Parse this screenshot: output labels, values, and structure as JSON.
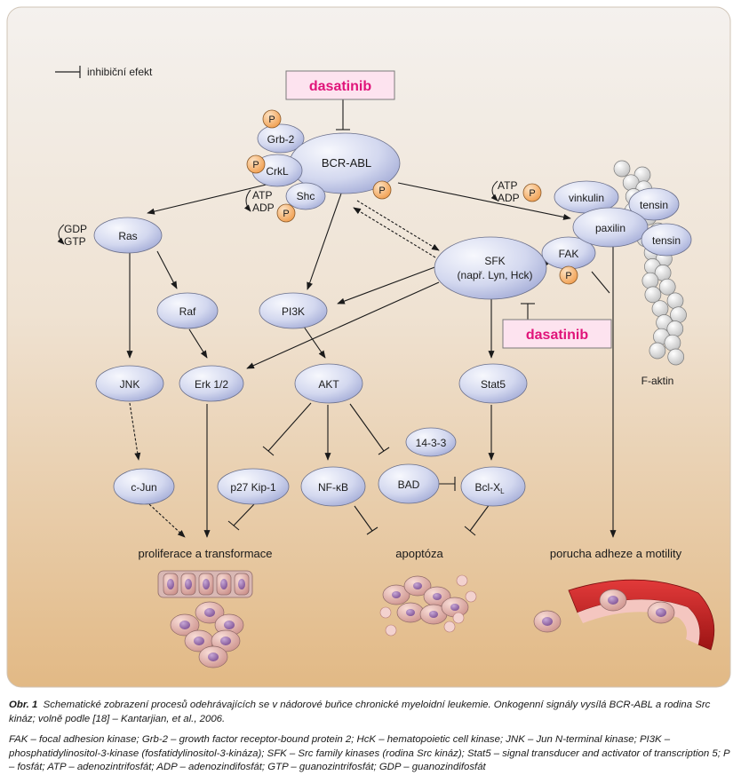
{
  "legend": {
    "inhibition": "inhibiční efekt"
  },
  "drugs": {
    "top": "dasatinib",
    "middle": "dasatinib"
  },
  "nodes": {
    "bcr_abl": "BCR-ABL",
    "grb2": "Grb-2",
    "crkl": "CrkL",
    "shc": "Shc",
    "ras": "Ras",
    "raf": "Raf",
    "jnk": "JNK",
    "erk": "Erk 1/2",
    "cjun": "c-Jun",
    "pi3k": "PI3K",
    "akt": "AKT",
    "p27": "p27 Kip-1",
    "nfkb": "NF-κB",
    "bad": "BAD",
    "p1433": "14-3-3",
    "sfk_1": "SFK",
    "sfk_2": "(např. Lyn, Hck)",
    "fak": "FAK",
    "stat5": "Stat5",
    "bclx": "Bcl-X",
    "bclx_sub": "L",
    "vinkulin": "vinkulin",
    "paxilin": "paxilin",
    "tensin_1": "tensin",
    "tensin_2": "tensin"
  },
  "phospho": "P",
  "cofactors": {
    "atp": "ATP",
    "adp": "ADP",
    "gdp": "GDP",
    "gtp": "GTP"
  },
  "labels": {
    "factin": "F-aktin",
    "proliferation": "proliferace a transformace",
    "apoptosis": "apoptóza",
    "adhesion": "porucha adheze a motility"
  },
  "caption": {
    "figure_no": "Obr. 1",
    "main": "Schematické zobrazení procesů odehrávajících se v nádorové buňce chronické myeloidní leukemie. Onkogenní signály vysílá BCR-ABL a rodina Src kináz; volně podle [18] – Kantarjian, et al., 2006.",
    "abbreviations": "FAK – focal adhesion kinase; Grb-2 – growth factor receptor-bound protein 2; HcK – hematopoietic cell kinase; JNK – Jun N-terminal kinase; PI3K – phosphatidylinositol-3-kinase (fosfatidylinositol-3-kináza); SFK – Src family kinases (rodina Src kináz); Stat5 – signal transducer and activator of transcription 5; P – fosfát; ATP – adenozintrifosfát; ADP – adenozindifosfát; GTP – guanozintrifosfát; GDP – guanozindifosfát"
  },
  "colors": {
    "node_fill_light": "#eef0fa",
    "node_fill_dark": "#a9b2dc",
    "phospho_fill": "#f6b878",
    "drug_text": "#e0147a",
    "drug_fill": "#fde3ef",
    "bg_top": "#f4f0ec",
    "bg_bottom": "#e5bf8e"
  }
}
